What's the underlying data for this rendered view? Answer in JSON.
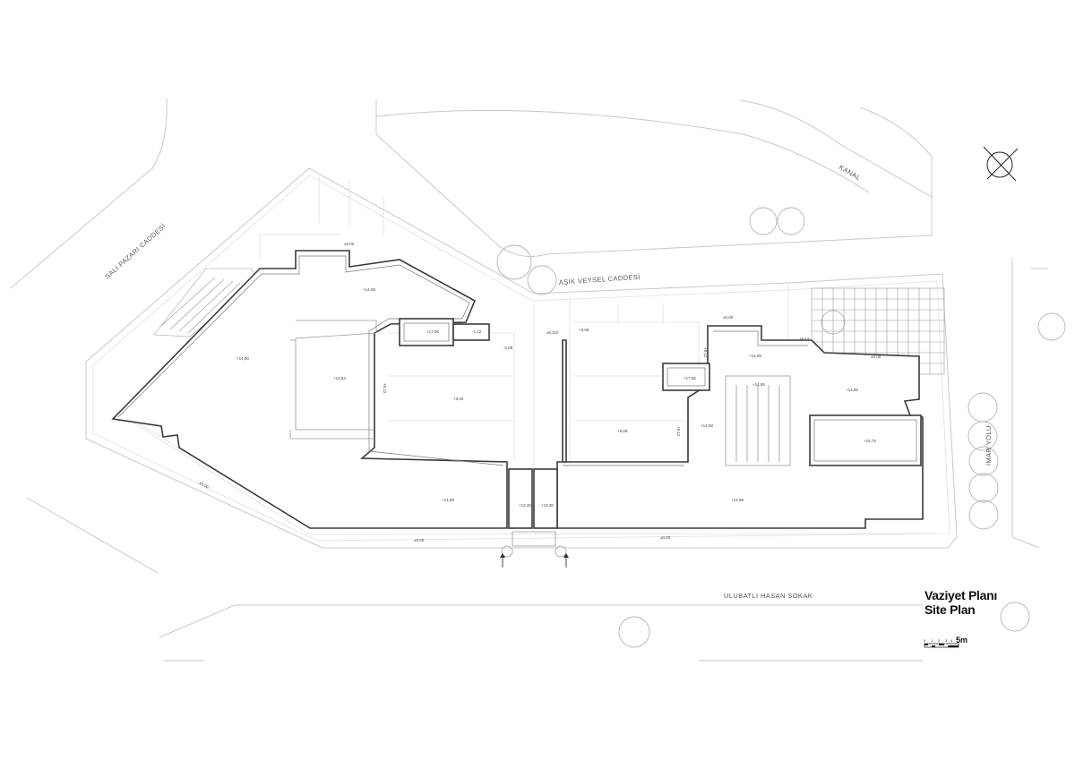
{
  "title": {
    "line1": "Vaziyet Planı",
    "line2": "Site Plan"
  },
  "streets": {
    "sali_pazari": "SALI PAZARI CADDESİ",
    "kanal": "KANAL",
    "asik_veysel": "AŞIK VEYSEL CADDESİ",
    "imar_yolu": "İMAR YOLU",
    "ulubatli": "ULUBATLI HASAN SOKAK"
  },
  "levels": {
    "l1": "+14,08",
    "l2": "±0,00",
    "l3": "+14,90",
    "l4": "+12,54",
    "l5": "+17,06",
    "l6": "-1,10",
    "l7": "-0,08",
    "l8": "+0,00",
    "l9": "±0,110",
    "l10": "+0,08",
    "l11": "+6,08",
    "l12": "±0,00",
    "l13": "+17,66",
    "l14": "+14,98",
    "l15": "+14,88",
    "l16": "+14,08",
    "l17": "+14,08",
    "l18": "+15,75",
    "l19": "+0,12",
    "l20": "±0,00",
    "l21": "+14,08",
    "l22": "+13,30",
    "l23": "+13,30",
    "l24": "+14,08",
    "l25": "±0,00",
    "l26": "±0,00",
    "l27": "±0,00",
    "l28": "+0,12",
    "l29": "+0,12",
    "l30": "+0,12"
  },
  "scale": {
    "ticks": [
      "0",
      "1",
      "2",
      "3",
      "4"
    ],
    "label": "5m"
  },
  "icons": {
    "north_arrow": "north-arrow-icon",
    "entrance": "entrance-arrow-icon"
  }
}
